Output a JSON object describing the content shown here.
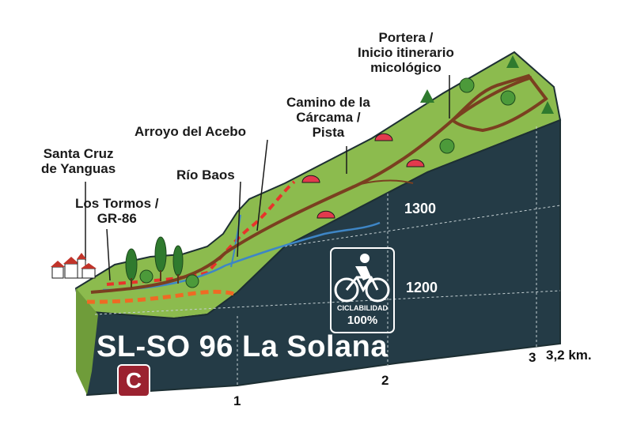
{
  "route_title": "SL-SO 96 La Solana",
  "category_badge": "C",
  "places": {
    "santa_cruz": [
      "Santa Cruz",
      "de Yanguas"
    ],
    "los_tormos": [
      "Los Tormos /",
      "GR-86"
    ],
    "arroyo_acebo": "Arroyo del Acebo",
    "rio_baos": "Río Baos",
    "camino_carcama": [
      "Camino de la",
      "Cárcama /",
      "Pista"
    ],
    "portera": [
      "Portera /",
      "Inicio itinerario",
      "micológico"
    ]
  },
  "altitudes": [
    "1300",
    "1200"
  ],
  "km_marks": [
    "1",
    "2",
    "3"
  ],
  "distance_total": "3,2 km.",
  "cyclability": {
    "label": "CICLABILIDAD",
    "value": "100%"
  },
  "colors": {
    "terrain_green": "#8cbb4e",
    "terrain_side": "#243b46",
    "trail_brown": "#7a3f20",
    "orange_route": "#ef6a24",
    "red_dashed": "#e8332b",
    "river_blue": "#3e86c6",
    "badge_red": "#9b2230"
  },
  "icons": [
    "village-icon",
    "tree-icon",
    "bush-icon",
    "mushroom-icon",
    "bicycle-icon"
  ]
}
